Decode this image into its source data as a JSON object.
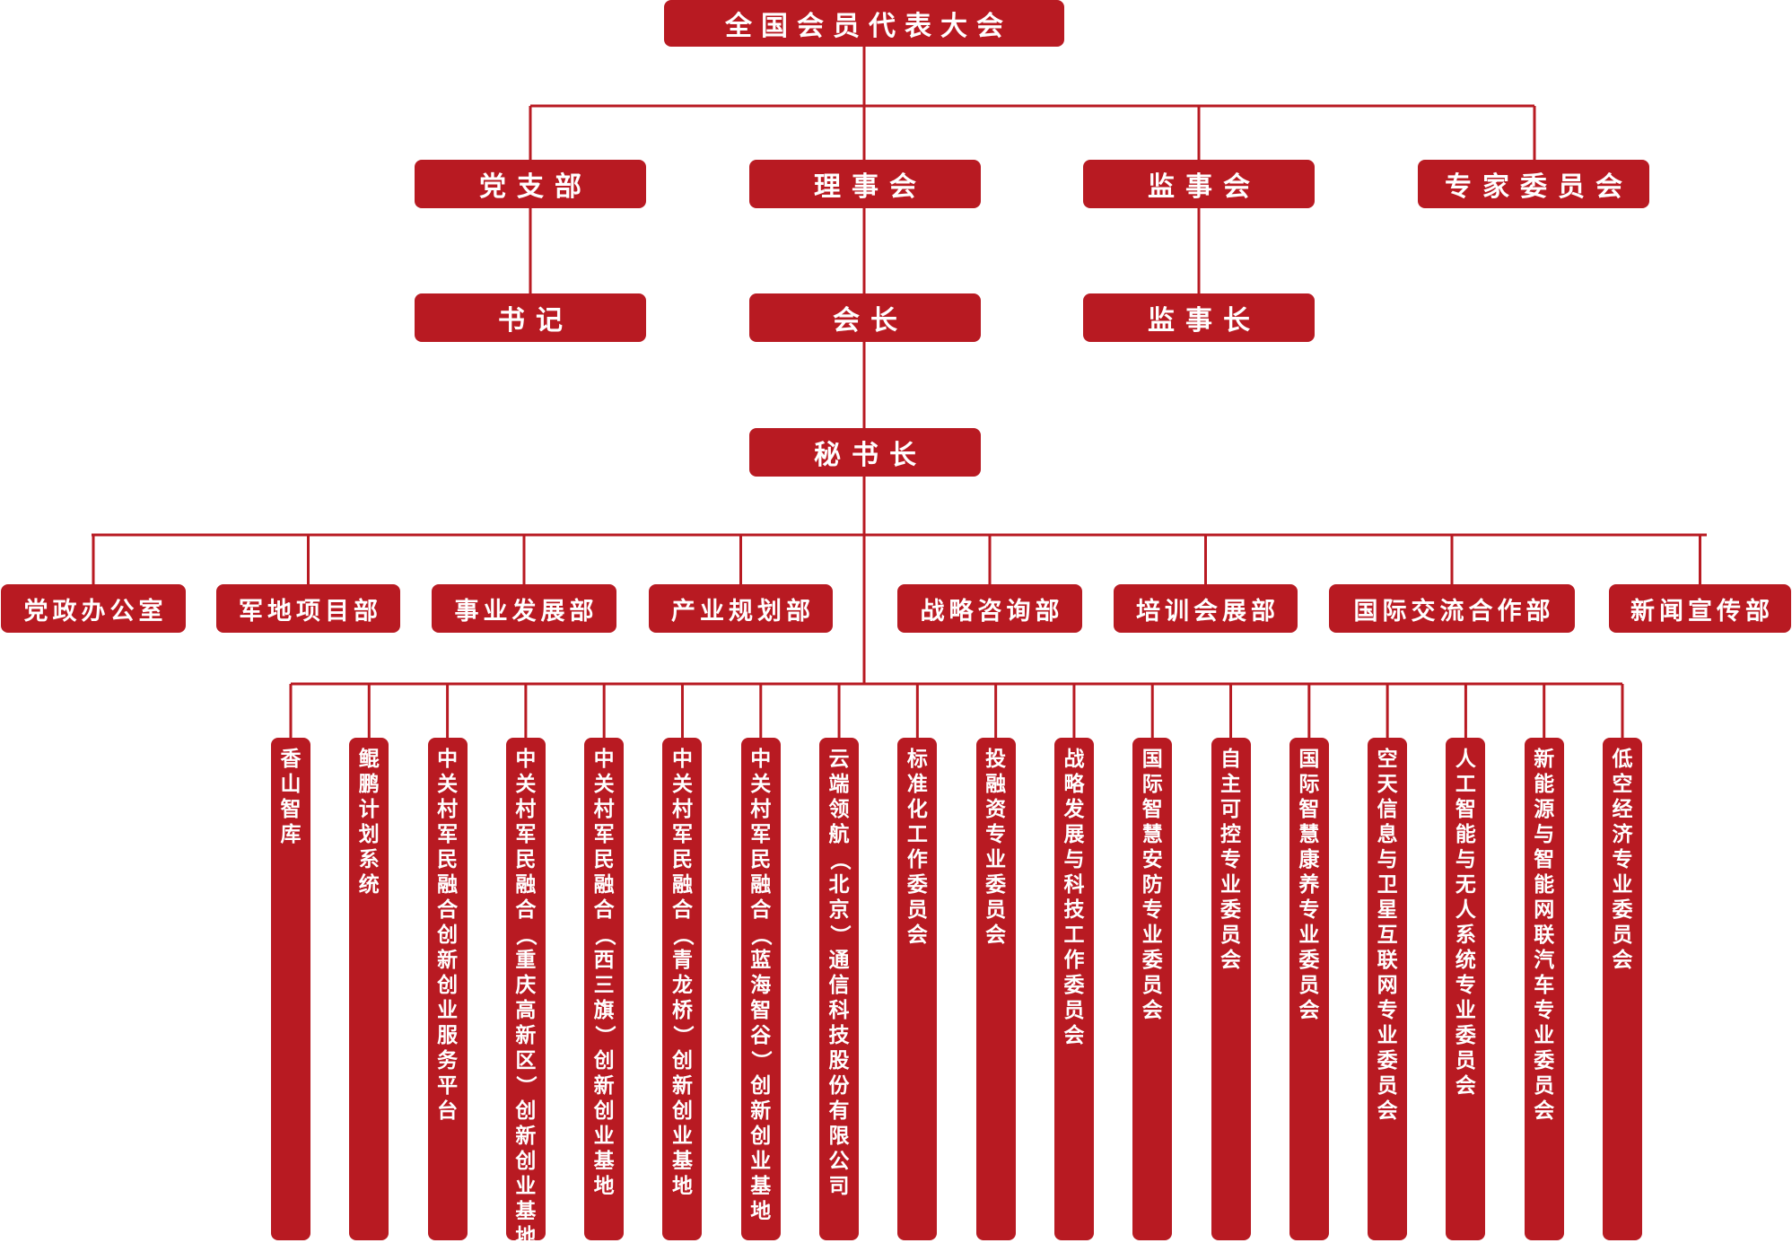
{
  "top": "全国会员代表大会",
  "level2": [
    "党支部",
    "理事会",
    "监事会",
    "专家委员会"
  ],
  "level3": [
    "书记",
    "会长",
    "监事长"
  ],
  "secretary": "秘书长",
  "departments": [
    "党政办公室",
    "军地项目部",
    "事业发展部",
    "产业规划部",
    "战略咨询部",
    "培训会展部",
    "国际交流合作部",
    "新闻宣传部"
  ],
  "committees": [
    "香山智库",
    "鲲鹏计划系统",
    "中关村军民融合创新创业服务平台",
    "中关村军民融合（重庆高新区）创新创业基地",
    "中关村军民融合（西三旗）创新创业基地",
    "中关村军民融合（青龙桥）创新创业基地",
    "中关村军民融合（蓝海智谷）创新创业基地",
    "云端领航（北京）通信科技股份有限公司",
    "标准化工作委员会",
    "投融资专业委员会",
    "战略发展与科技工作委员会",
    "国际智慧安防专业委员会",
    "自主可控专业委员会",
    "国际智慧康养专业委员会",
    "空天信息与卫星互联网专业委员会",
    "人工智能与无人系统专业委员会",
    "新能源与智能网联汽车专业委员会",
    "低空经济专业委员会"
  ],
  "colors": {
    "primary": "#b81a22",
    "text": "#ffffff"
  }
}
